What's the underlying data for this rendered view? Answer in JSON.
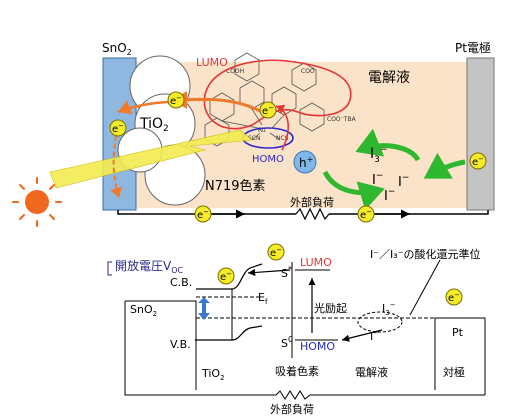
{
  "top": {
    "sno2": "SnO",
    "sno2_sub": "2",
    "pt_electrode": "Pt電極",
    "electrolyte": "電解液",
    "lumo": "LUMO",
    "homo": "HOMO",
    "tio2": "TiO",
    "tio2_sub": "2",
    "dye": "N719色素",
    "external_load": "外部負荷",
    "hole": "h",
    "hole_sup": "+",
    "i3": "I",
    "i3_sub": "3",
    "i3_sup": "−",
    "iodide": "I",
    "iodide_sup": "−",
    "electron": "e",
    "electron_sup": "−",
    "mol_cooh": "COOH",
    "mol_cooh2": "COO",
    "mol_cootba": "COO⁻TBA",
    "mol_scn": "SCN",
    "mol_ncs": "NCS",
    "mol_ru": "Ru",
    "mol_tba": "TBA⁺"
  },
  "bottom": {
    "voc_label": "開放電圧V",
    "voc_sub": "OC",
    "cb": "C.B.",
    "vb": "V.B.",
    "ef": "E",
    "ef_sub": "f",
    "sno2": "SnO",
    "sno2_sub": "2",
    "tio2": "TiO",
    "tio2_sub": "2",
    "s_star": "S",
    "s_star_sup": "*",
    "s0": "S",
    "s0_sup": "0",
    "lumo": "LUMO",
    "homo": "HOMO",
    "photoexcitation": "光励起",
    "redox_level": "I⁻／I₃⁻の酸化還元準位",
    "i3": "I",
    "i3_sub": "3",
    "i3_sup": "−",
    "iodide": "I",
    "iodide_sup": "−",
    "pt": "Pt",
    "counter_electrode": "対極",
    "adsorbed_dye": "吸着色素",
    "electrolyte": "電解液",
    "external_load": "外部負荷",
    "electron": "e",
    "electron_sup": "−"
  },
  "colors": {
    "sno2_blue": "#8fb8e0",
    "electrolyte_bg": "#fbe3c9",
    "pt_gray": "#c4c4c4",
    "electron_yellow": "#f7ec2a",
    "lumo_red": "#e53535",
    "homo_blue": "#2a2acb",
    "hole_blue": "#7fb8e8",
    "arrow_green": "#2fb82f",
    "arrow_orange": "#f07a2a",
    "sun_orange": "#f0671e",
    "light_yellow": "#f4ec50"
  }
}
